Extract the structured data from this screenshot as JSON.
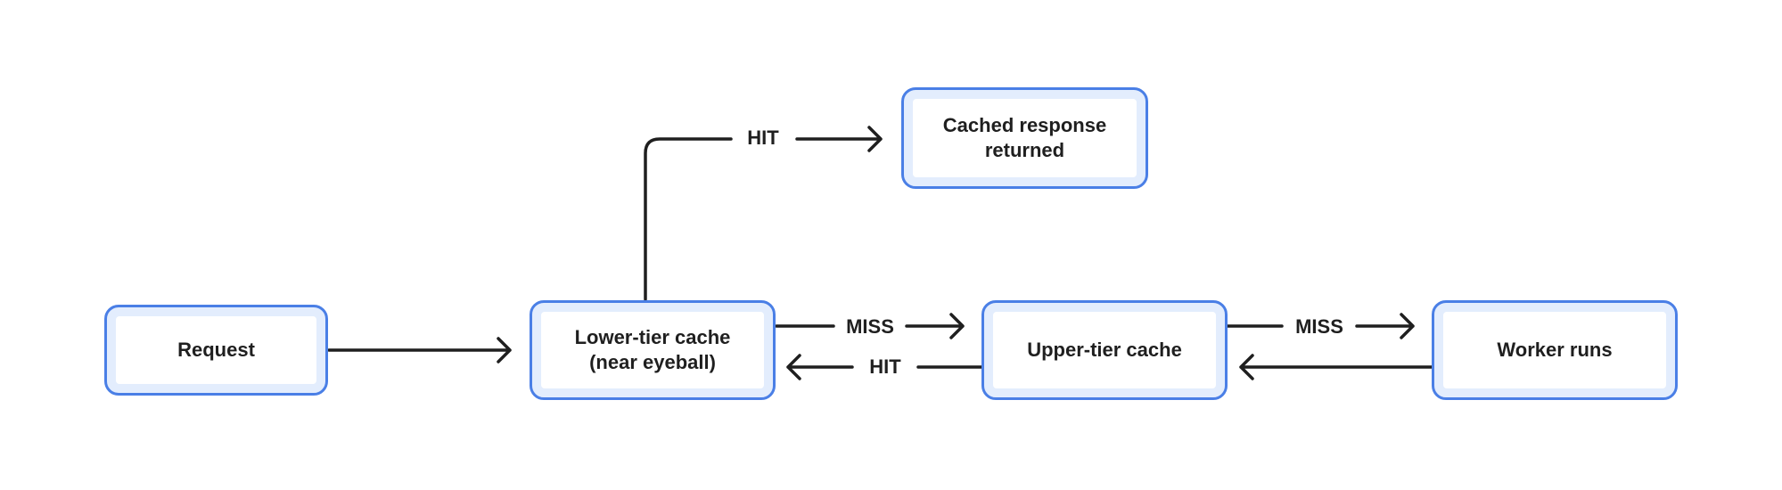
{
  "colors": {
    "node_border": "#4a7fe6",
    "node_fill": "#e3edfd",
    "node_inner": "#ffffff",
    "line": "#1f1f1f",
    "text": "#1f1f1f"
  },
  "nodes": {
    "request": "Request",
    "lower_tier_cache": "Lower-tier cache\n(near eyeball)",
    "cached_response": "Cached response\nreturned",
    "upper_tier_cache": "Upper-tier cache",
    "worker_runs": "Worker runs"
  },
  "edges": {
    "lower_hit": "HIT",
    "lower_to_upper_miss": "MISS",
    "upper_to_lower_hit": "HIT",
    "upper_to_worker_miss": "MISS"
  }
}
